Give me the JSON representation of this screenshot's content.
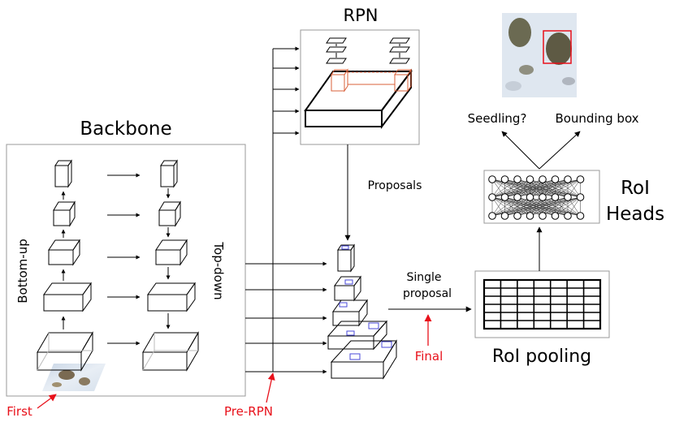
{
  "titles": {
    "rpn": "RPN",
    "backbone": "Backbone",
    "roi_heads": [
      "RoI",
      "Heads"
    ],
    "roi_pooling": "RoI pooling"
  },
  "labels": {
    "bottom_up": "Bottom-up",
    "top_down": "Top-down",
    "proposals": "Proposals",
    "single_proposal": [
      "Single",
      "proposal"
    ],
    "seedling": "Seedling?",
    "bounding_box": "Bounding box"
  },
  "annotations": {
    "first": "First",
    "pre_rpn": "Pre-RPN",
    "final": "Final"
  },
  "colors": {
    "annotation": "#e8101a",
    "anchor_boxes": "#d9603a",
    "roi_boxes": "#4a4ad8",
    "panel_border": "#9a9a9a"
  }
}
